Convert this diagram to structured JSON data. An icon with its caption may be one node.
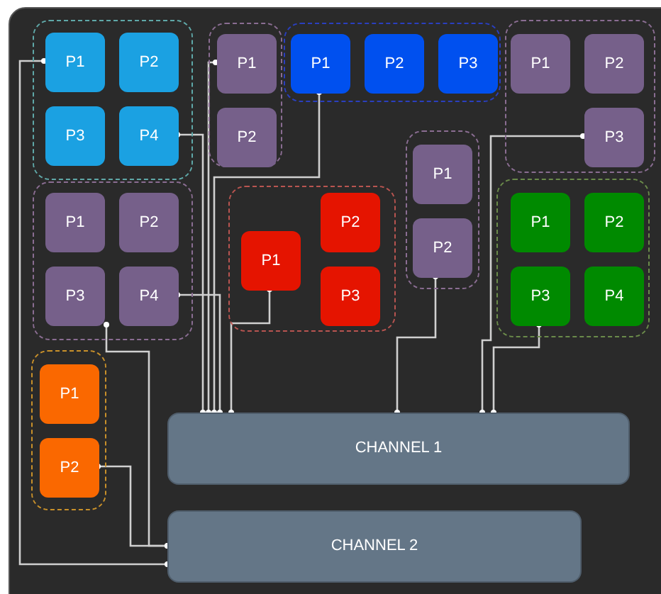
{
  "diagram": {
    "nodes": [
      {
        "text": [],
        "shape": "box"
      },
      {
        "text": [
          "P1"
        ],
        "in": 0
      },
      {
        "text": [
          "P2"
        ],
        "in": 0
      },
      {
        "text": [
          "P3"
        ],
        "in": 0
      },
      {
        "text": [
          "P4"
        ],
        "in": 0
      },
      {
        "text": [],
        "shape": "box"
      },
      {
        "text": [
          "P1"
        ],
        "in": 5
      },
      {
        "text": [
          "P2"
        ],
        "in": 5
      },
      {
        "text": [],
        "shape": "box"
      },
      {
        "text": [
          "P1"
        ],
        "in": 8
      },
      {
        "text": [
          "P2"
        ],
        "in": 8
      },
      {
        "text": [
          "P3"
        ],
        "in": 8
      },
      {
        "text": [],
        "shape": "box"
      },
      {
        "text": [
          "P1"
        ],
        "in": 12
      },
      {
        "text": [
          "P2"
        ],
        "in": 12
      },
      {
        "text": [
          "P3"
        ],
        "in": 12
      },
      {
        "text": [],
        "shape": "box"
      },
      {
        "text": [
          "P1"
        ],
        "in": 16
      },
      {
        "text": [
          "P2"
        ],
        "in": 16
      },
      {
        "text": [
          "P3"
        ],
        "in": 16
      },
      {
        "text": [
          "P4"
        ],
        "in": 16
      },
      {
        "text": [],
        "shape": "box"
      },
      {
        "text": [
          "P1"
        ],
        "in": 21
      },
      {
        "text": [
          "P2"
        ],
        "in": 21
      },
      {
        "text": [
          "P3"
        ],
        "in": 21
      },
      {
        "text": [],
        "shape": "box"
      },
      {
        "text": [
          "P1"
        ],
        "in": 25
      },
      {
        "text": [
          "P2"
        ],
        "in": 25
      },
      {
        "text": [],
        "shape": "box"
      },
      {
        "text": [
          "P1"
        ],
        "in": 28
      },
      {
        "text": [
          "P2"
        ],
        "in": 28
      },
      {
        "text": [
          "P3"
        ],
        "in": 28
      },
      {
        "text": [
          "P4"
        ],
        "in": 28
      },
      {
        "text": [],
        "shape": "box"
      },
      {
        "text": [
          "P1"
        ],
        "in": 33
      },
      {
        "text": [
          "P2"
        ],
        "in": 33
      },
      {
        "text": [
          "CHANNEL 1"
        ]
      },
      {
        "text": [
          "CHANNEL 2"
        ]
      }
    ],
    "edges": [
      {
        "from": 1,
        "to": 37,
        "arrow": "other"
      },
      {
        "from": 4,
        "to": 36,
        "arrow": "other"
      },
      {
        "from": 6,
        "to": 36,
        "arrow": "other"
      },
      {
        "from": 9,
        "to": 36,
        "arrow": "other"
      },
      {
        "from": 20,
        "to": 36,
        "arrow": "other"
      },
      {
        "from": 22,
        "to": 36,
        "arrow": "other"
      },
      {
        "from": 19,
        "to": 37,
        "arrow": "other"
      },
      {
        "from": 35,
        "to": 37,
        "arrow": "other"
      },
      {
        "from": 27,
        "to": 36,
        "arrow": "other"
      },
      {
        "from": 15,
        "to": 36,
        "arrow": "other"
      },
      {
        "from": 31,
        "to": 36,
        "arrow": "other"
      }
    ]
  }
}
